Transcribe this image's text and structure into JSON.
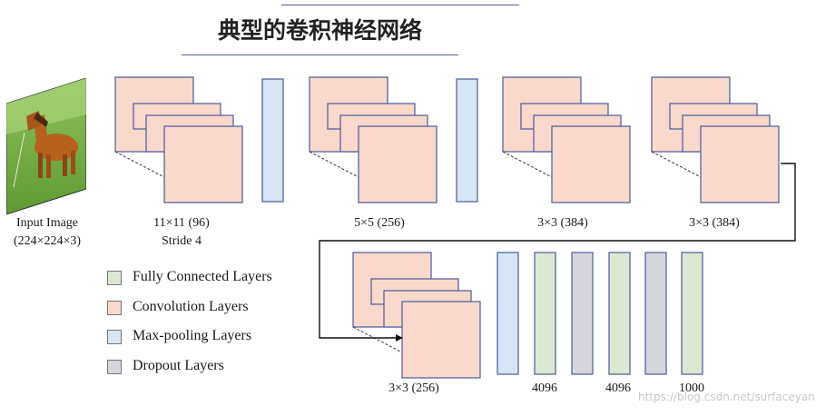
{
  "title": "典型的卷积神经网络",
  "input": {
    "line1": "Input Image",
    "line2": "(224×224×3)"
  },
  "conv_layers": [
    {
      "line1": "11×11 (96)",
      "line2": "Stride 4"
    },
    {
      "line1": "5×5 (256)",
      "line2": ""
    },
    {
      "line1": "3×3 (384)",
      "line2": ""
    },
    {
      "line1": "3×3 (384)",
      "line2": ""
    },
    {
      "line1": "3×3 (256)",
      "line2": ""
    }
  ],
  "fc_labels": [
    "4096",
    "4096",
    "1000"
  ],
  "legend": [
    {
      "label": "Fully Connected Layers",
      "color": "#dce8d2"
    },
    {
      "label": "Convolution Layers",
      "color": "#f9d9cc"
    },
    {
      "label": "Max-pooling Layers",
      "color": "#d6e6f5"
    },
    {
      "label": "Dropout Layers",
      "color": "#d6d6dc"
    }
  ],
  "colors": {
    "conv": "#f9d9cc",
    "pool": "#d6e6f5",
    "fc": "#dce8d2",
    "dropout": "#d6d6dc",
    "outline": "#4a5a9a"
  },
  "watermark": "https://blog.csdn.net/surfaceyan"
}
